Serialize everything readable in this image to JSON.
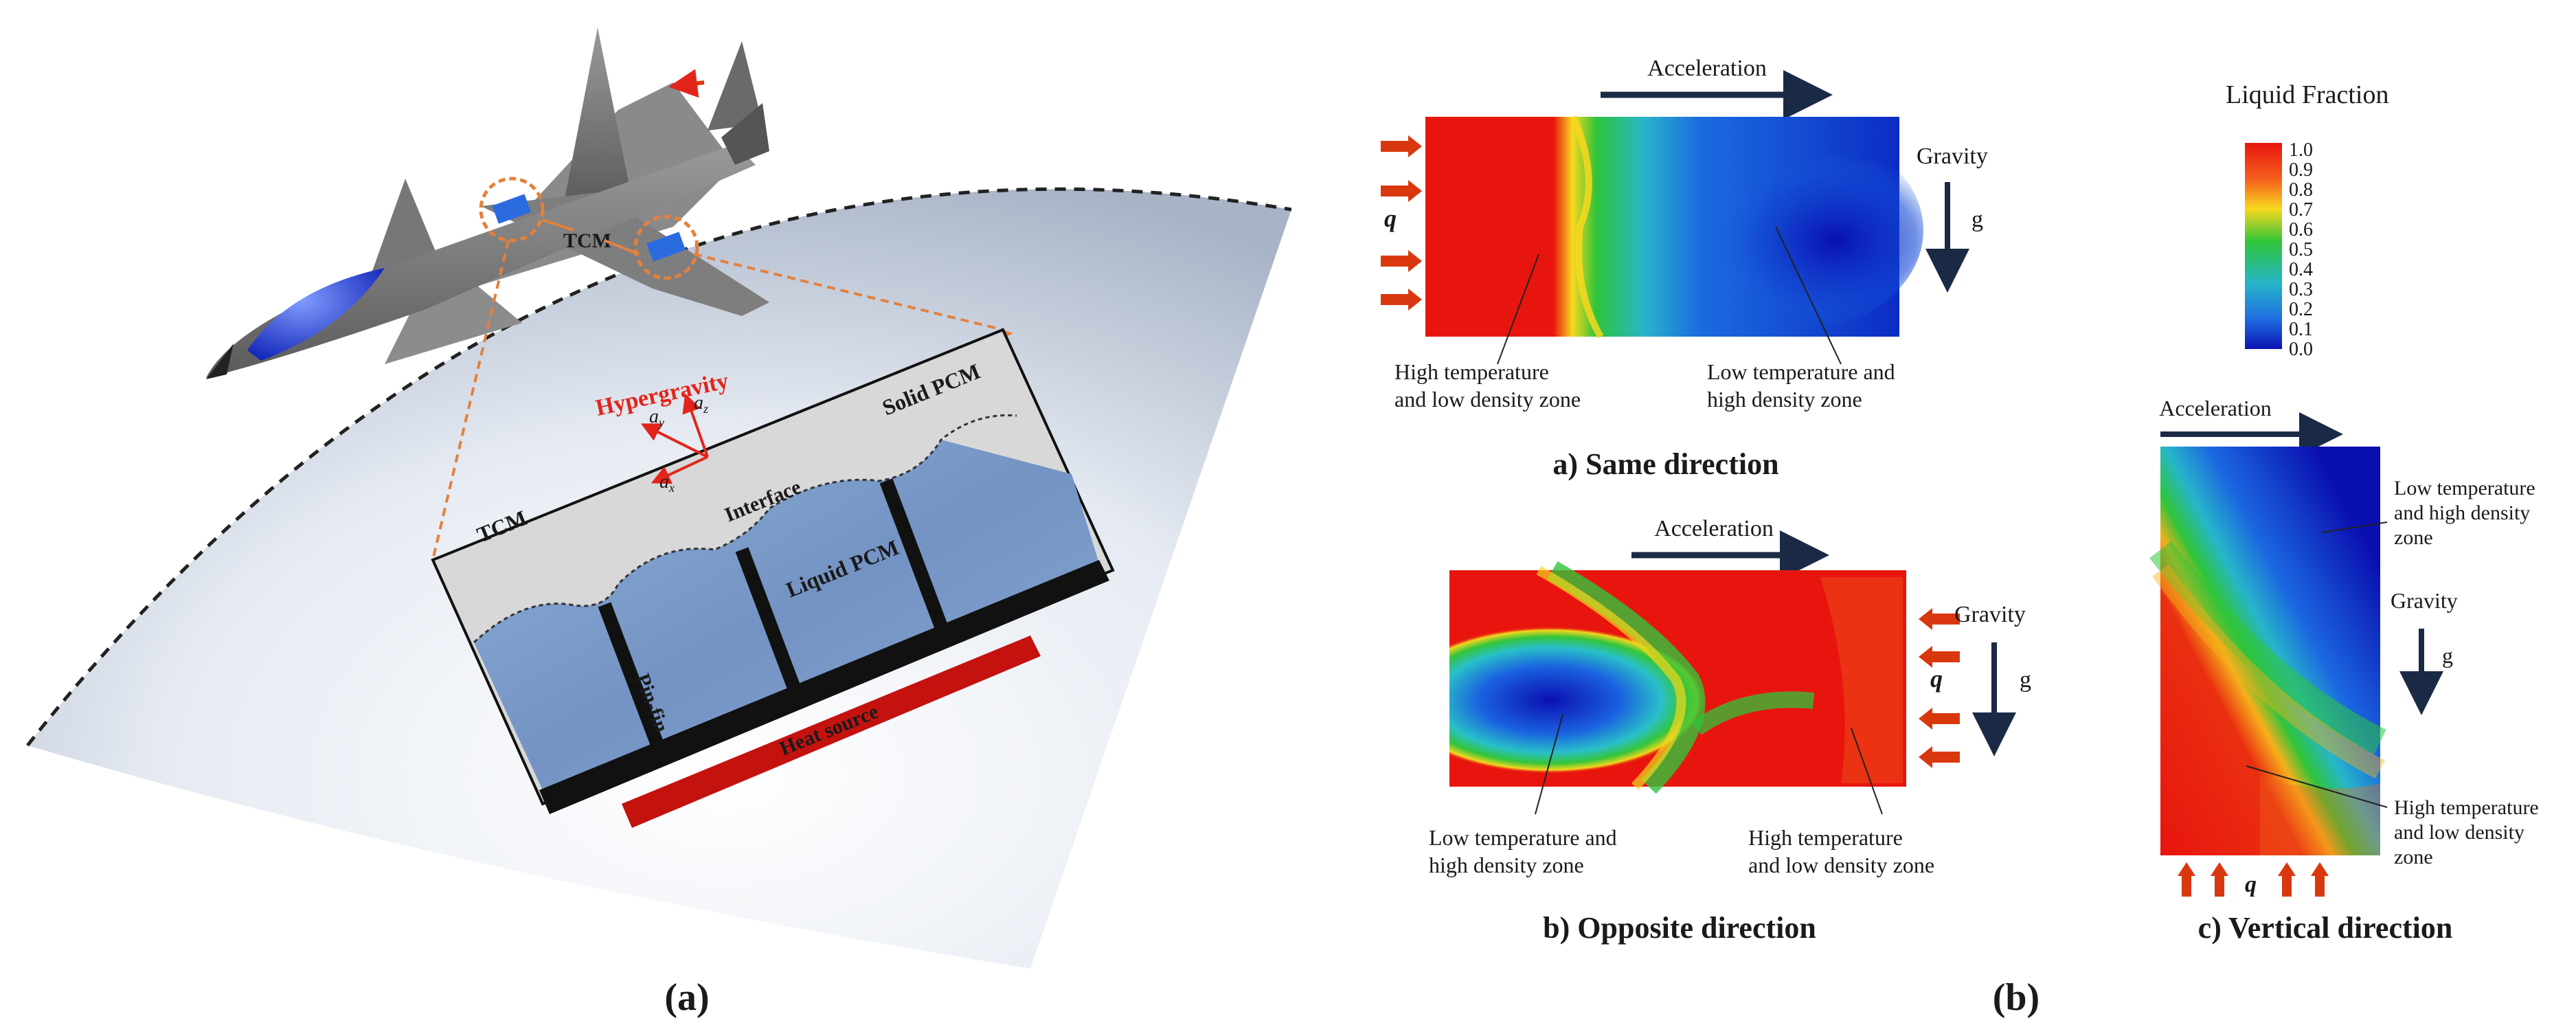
{
  "panel_a": {
    "caption": "(a)",
    "tcm_top": "TCM",
    "tcm_left": "TCM",
    "hypergravity": "Hypergravity",
    "a_y": "a",
    "a_y_sub": "y",
    "a_z": "a",
    "a_z_sub": "z",
    "a_x": "a",
    "a_x_sub": "x",
    "solid_pcm": "Solid PCM",
    "interface": "Interface",
    "liquid_pcm": "Liquid PCM",
    "pin_fin": "Pin-fin",
    "heat_source": "Heat source"
  },
  "panel_b": {
    "caption": "(b)",
    "colorbar": {
      "title": "Liquid Fraction",
      "ticks": [
        "1.0",
        "0.9",
        "0.8",
        "0.7",
        "0.6",
        "0.5",
        "0.4",
        "0.3",
        "0.2",
        "0.1",
        "0.0"
      ]
    },
    "same": {
      "acceleration": "Acceleration",
      "gravity": "Gravity",
      "g": "g",
      "q": "q",
      "hot_1": "High temperature",
      "hot_2": "and low density zone",
      "cold_1": "Low temperature and",
      "cold_2": "high density zone",
      "title": "a) Same direction"
    },
    "opposite": {
      "acceleration": "Acceleration",
      "gravity": "Gravity",
      "g": "g",
      "q": "q",
      "cold_1": "Low temperature and",
      "cold_2": "high density zone",
      "hot_1": "High temperature",
      "hot_2": "and low density zone",
      "title": "b) Opposite direction"
    },
    "vertical": {
      "acceleration": "Acceleration",
      "gravity": "Gravity",
      "g": "g",
      "q": "q",
      "cold_1": "Low temperature",
      "cold_2": "and high density",
      "cold_3": "zone",
      "hot_1": "High temperature",
      "hot_2": "and low density",
      "hot_3": "zone",
      "title": "c) Vertical direction"
    }
  },
  "colors": {
    "red": "#e8150f",
    "arrow_red": "#d9380f",
    "navy": "#1b2a44",
    "pcm_blue": "#7f9fcb",
    "jet_gray": "#7d7d7d",
    "canopy": "#1f3fd6"
  }
}
